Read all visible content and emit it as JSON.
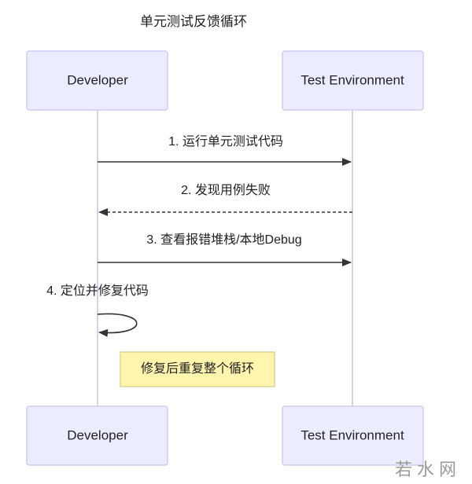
{
  "diagram": {
    "title": "单元测试反馈循环",
    "actors": {
      "left": "Developer",
      "right": "Test Environment"
    },
    "messages": [
      {
        "label": "1. 运行单元测试代码",
        "from": "Developer",
        "to": "Test Environment",
        "style": "solid"
      },
      {
        "label": "2. 发现用例失败",
        "from": "Test Environment",
        "to": "Developer",
        "style": "dashed"
      },
      {
        "label": "3. 查看报错堆栈/本地Debug",
        "from": "Developer",
        "to": "Test Environment",
        "style": "solid"
      },
      {
        "label": "4. 定位并修复代码",
        "from": "Developer",
        "to": "Developer",
        "style": "self"
      }
    ],
    "note": "修复后重复整个循环"
  },
  "watermark": "若水网",
  "colors": {
    "actor_fill": "#ECECFF",
    "actor_border": "#C9C3F0",
    "note_fill": "#FFF5AD",
    "line": "#333333"
  }
}
